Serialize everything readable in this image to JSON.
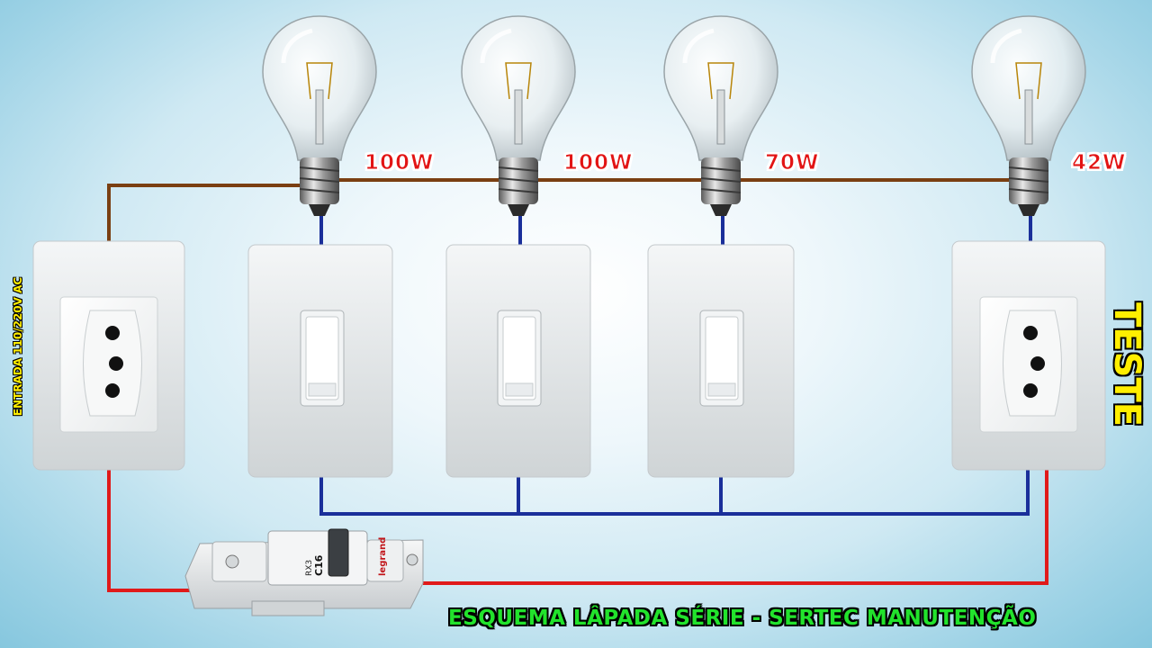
{
  "diagram": {
    "title": "ESQUEMA LÂPADA SÉRIE - SERTEC MANUTENÇÃO",
    "input_label": "ENTRADA 110/220V AC",
    "test_label": "TESTE",
    "lamps": [
      {
        "watts": "100W"
      },
      {
        "watts": "100W"
      },
      {
        "watts": "70W"
      },
      {
        "watts": "42W"
      }
    ],
    "breaker": {
      "model": "RX3",
      "rating": "C16",
      "brand": "legrand"
    },
    "wire_colors": {
      "phase_top": "#7a3f12",
      "neutral_bottom": "#e01a1a",
      "switch_common": "#1a2f9a"
    }
  }
}
